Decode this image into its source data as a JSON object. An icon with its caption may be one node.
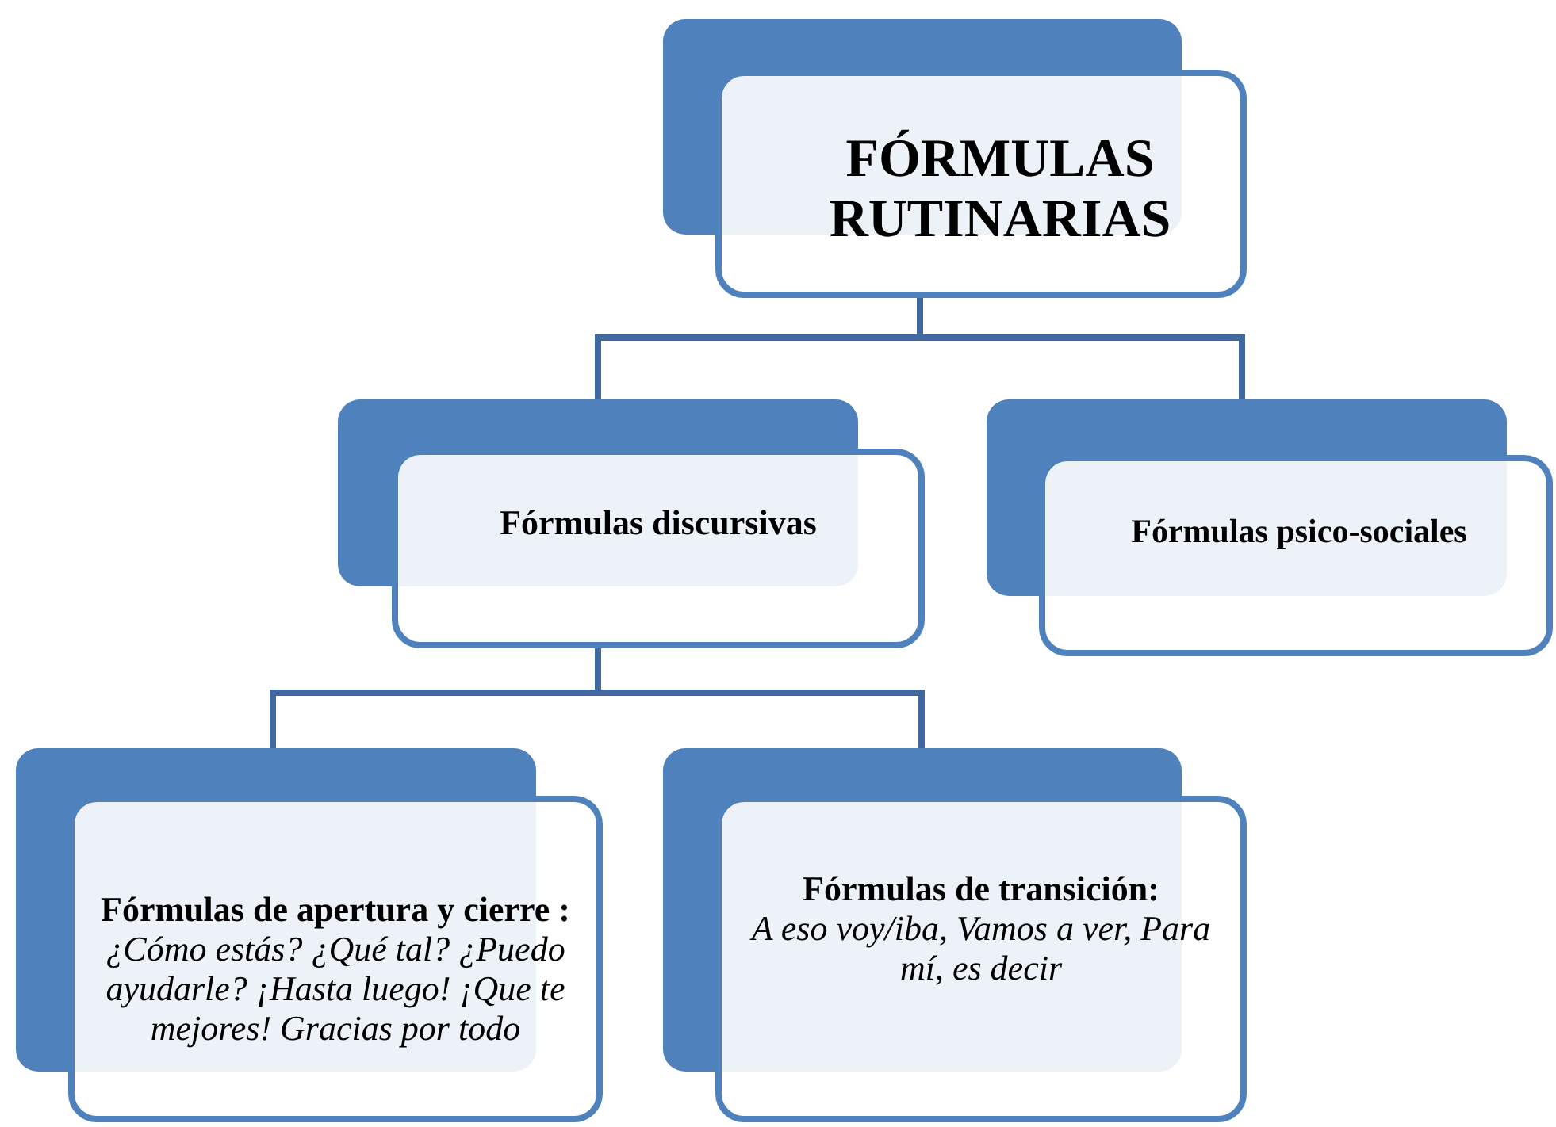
{
  "diagram": {
    "nodes": [
      {
        "text": [
          "FÓRMULAS RUTINARIAS"
        ]
      },
      {
        "text": [
          "Fórmulas discursivas"
        ]
      },
      {
        "text": [
          "Fórmulas psico-sociales"
        ]
      },
      {
        "text": [
          "**Fórmulas de apertura y cierre :** *¿Cómo estás? ¿Qué tal? ¿Puedo ayudarle? ¡Hasta luego! ¡Que te mejores! Gracias por todo*"
        ]
      },
      {
        "text": [
          "Fórmulas de transición:",
          "A eso voy/iba, Vamos a ver, Para mí, es decir"
        ]
      }
    ],
    "edges": [
      {
        "from": 0,
        "to": 1,
        "arrow": "none"
      },
      {
        "from": 0,
        "to": 2,
        "arrow": "none"
      },
      {
        "from": 1,
        "to": 3,
        "arrow": "none"
      },
      {
        "from": 1,
        "to": 4,
        "arrow": "none"
      }
    ]
  }
}
